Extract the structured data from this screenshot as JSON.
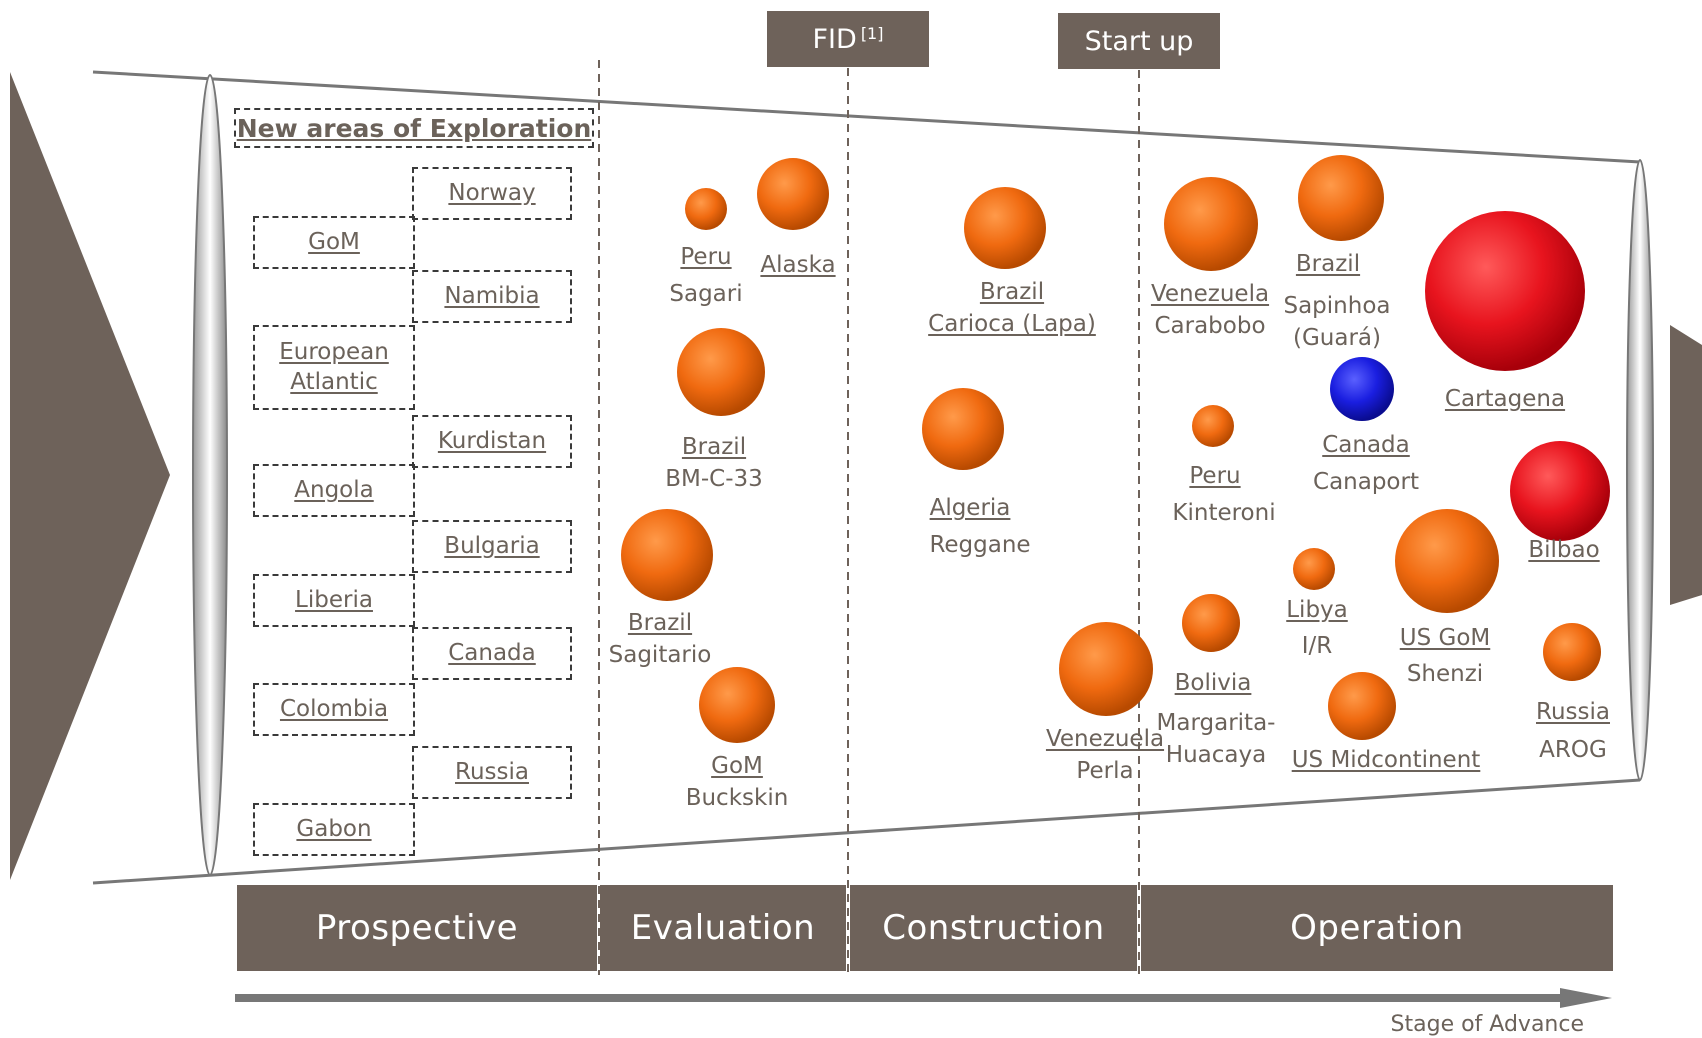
{
  "milestones": {
    "fid_label": "FID",
    "fid_ref": "[1]",
    "startup_label": "Start up"
  },
  "exploration": {
    "title": "New areas of Exploration",
    "regions": [
      "Norway",
      "GoM",
      "Namibia",
      "European Atlantic",
      "Kurdistan",
      "Angola",
      "Bulgaria",
      "Liberia",
      "Canada",
      "Colombia",
      "Russia",
      "Gabon"
    ]
  },
  "stages": [
    "Prospective",
    "Evaluation",
    "Construction",
    "Operation"
  ],
  "axis_label": "Stage of Advance",
  "colors": {
    "brand_brown": "#6e625a",
    "project_orange": "#f06a10",
    "project_red": "#e8141e",
    "project_blue": "#1a1ee0"
  },
  "projects": [
    {
      "country": "Peru",
      "name": "Sagari",
      "stage": "Evaluation",
      "color": "orange",
      "size": "small"
    },
    {
      "country": "Alaska",
      "name": "",
      "stage": "Evaluation",
      "color": "orange",
      "size": "medium"
    },
    {
      "country": "Brazil",
      "name": "BM-C-33",
      "stage": "Evaluation",
      "color": "orange",
      "size": "large"
    },
    {
      "country": "Brazil",
      "name": "Sagitario",
      "stage": "Evaluation",
      "color": "orange",
      "size": "large"
    },
    {
      "country": "GoM",
      "name": "Buckskin",
      "stage": "Evaluation",
      "color": "orange",
      "size": "medium"
    },
    {
      "country": "Brazil",
      "name": "Carioca (Lapa)",
      "stage": "Construction",
      "color": "orange",
      "size": "large"
    },
    {
      "country": "Algeria",
      "name": "Reggane",
      "stage": "Construction",
      "color": "orange",
      "size": "large"
    },
    {
      "country": "Venezuela",
      "name": "Perla",
      "stage": "Construction",
      "color": "orange",
      "size": "large"
    },
    {
      "country": "Venezuela",
      "name": "Carabobo",
      "stage": "Operation",
      "color": "orange",
      "size": "large"
    },
    {
      "country": "Brazil",
      "name": "Sapinhoa (Guará)",
      "stage": "Operation",
      "color": "orange",
      "size": "large"
    },
    {
      "country": "Cartagena",
      "name": "",
      "stage": "Operation",
      "color": "red",
      "size": "xlarge"
    },
    {
      "country": "Peru",
      "name": "Kinteroni",
      "stage": "Operation",
      "color": "orange",
      "size": "small"
    },
    {
      "country": "Canada",
      "name": "Canaport",
      "stage": "Operation",
      "color": "blue",
      "size": "medium"
    },
    {
      "country": "Bilbao",
      "name": "",
      "stage": "Operation",
      "color": "red",
      "size": "large"
    },
    {
      "country": "Libya",
      "name": "I/R",
      "stage": "Operation",
      "color": "orange",
      "size": "small"
    },
    {
      "country": "US GoM",
      "name": "Shenzi",
      "stage": "Operation",
      "color": "orange",
      "size": "large"
    },
    {
      "country": "Bolivia",
      "name": "Margarita-Huacaya",
      "stage": "Operation",
      "color": "orange",
      "size": "medium"
    },
    {
      "country": "US Midcontinent",
      "name": "",
      "stage": "Operation",
      "color": "orange",
      "size": "medium"
    },
    {
      "country": "Russia",
      "name": "AROG",
      "stage": "Operation",
      "color": "orange",
      "size": "medium"
    }
  ]
}
